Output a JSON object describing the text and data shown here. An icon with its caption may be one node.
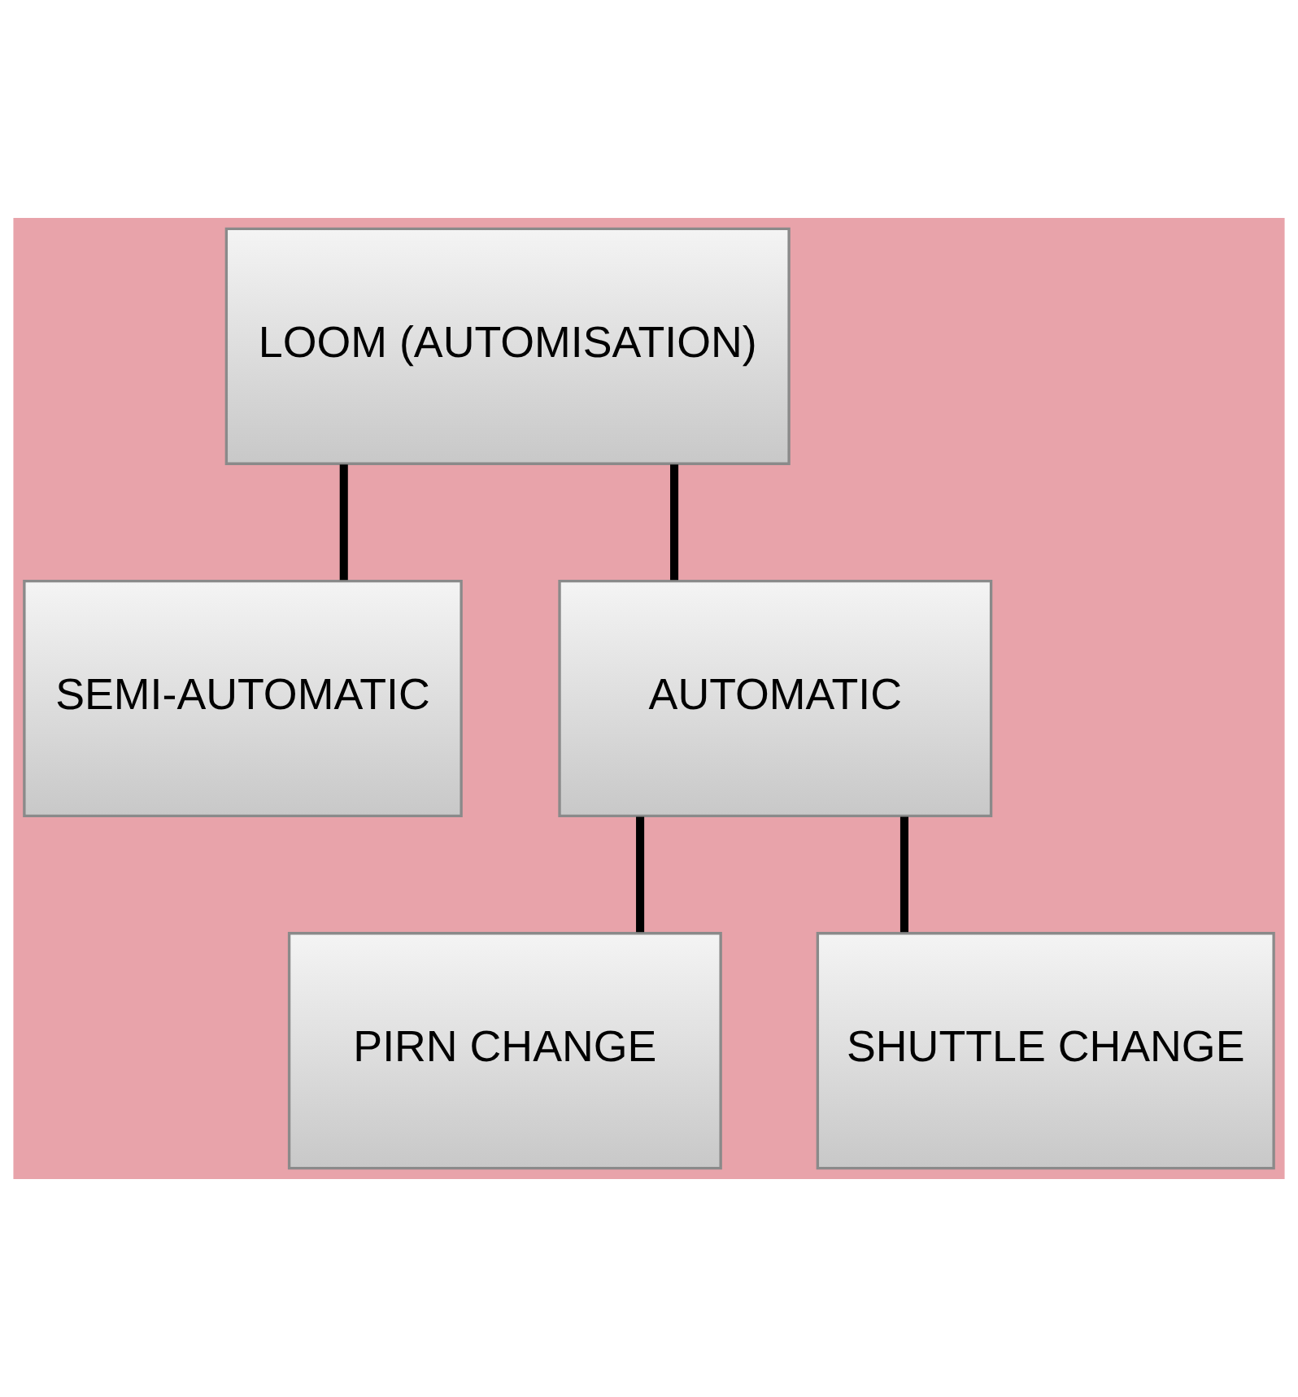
{
  "diagram": {
    "nodes": [
      {
        "text": [
          "LOOM (AUTOMISATION)"
        ]
      },
      {
        "text": [
          "SEMI-AUTOMATIC"
        ]
      },
      {
        "text": [
          "AUTOMATIC"
        ]
      },
      {
        "text": [
          "PIRN CHANGE"
        ]
      },
      {
        "text": [
          "SHUTTLE CHANGE"
        ]
      }
    ],
    "edges": [
      {
        "from": 0,
        "to": 1,
        "arrow": "none"
      },
      {
        "from": 0,
        "to": 2,
        "arrow": "none"
      },
      {
        "from": 2,
        "to": 3,
        "arrow": "none"
      },
      {
        "from": 2,
        "to": 4,
        "arrow": "none"
      }
    ]
  }
}
